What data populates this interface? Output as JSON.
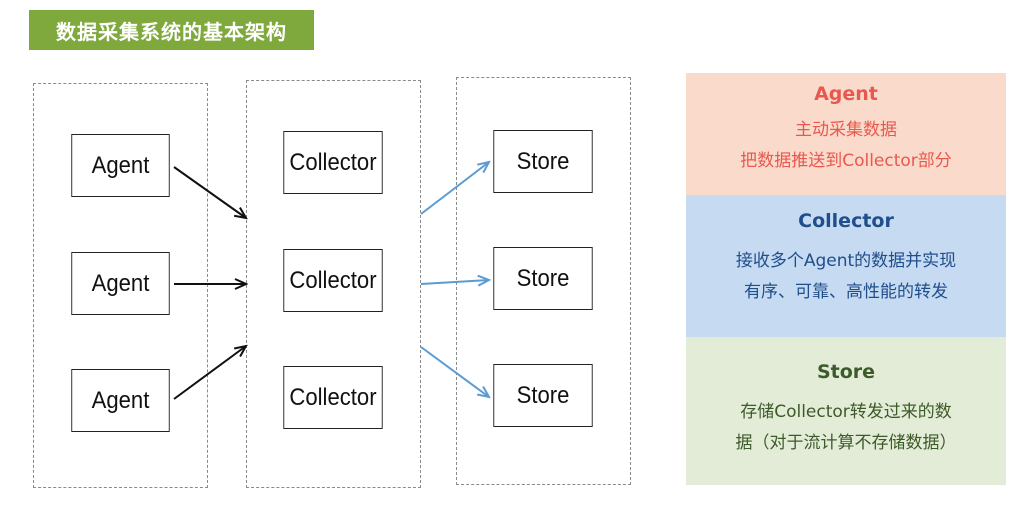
{
  "title": "数据采集系统的基本架构",
  "agents": [
    "Agent",
    "Agent",
    "Agent"
  ],
  "collectors": [
    "Collector",
    "Collector",
    "Collector"
  ],
  "stores": [
    "Store",
    "Store",
    "Store"
  ],
  "panels": {
    "agent": {
      "heading": "Agent",
      "lines": [
        "主动采集数据",
        "把数据推送到Collector部分"
      ]
    },
    "collector": {
      "heading": "Collector",
      "lines": [
        "接收多个Agent的数据并实现",
        "有序、可靠、高性能的转发"
      ]
    },
    "store": {
      "heading": "Store",
      "lines": [
        "存储Collector转发过来的数",
        "据（对于流计算不存储数据）"
      ]
    }
  },
  "colors": {
    "title_bg": "#7fa83d",
    "agent_panel": "#fadbcb",
    "collector_panel": "#c6daf1",
    "store_panel": "#e2ecd7",
    "store_arrow": "#5b9bd5"
  }
}
